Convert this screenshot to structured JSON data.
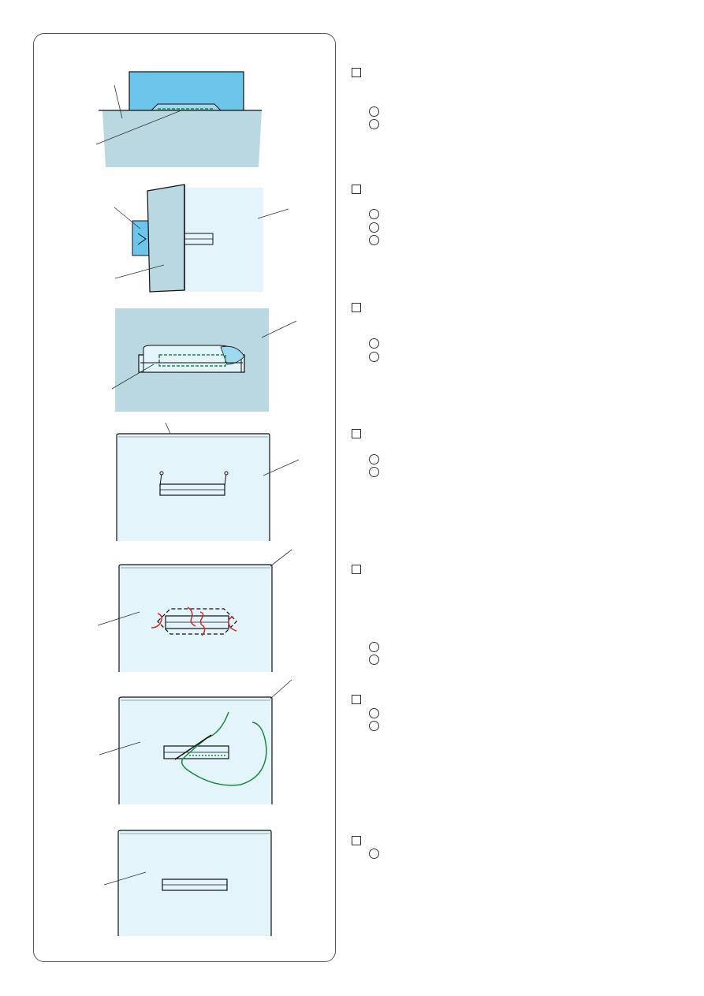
{
  "page": {
    "steps": [
      {
        "id": "step-1",
        "sub_markers": 2
      },
      {
        "id": "step-2",
        "sub_markers": 3
      },
      {
        "id": "step-3",
        "sub_markers": 2
      },
      {
        "id": "step-4",
        "sub_markers": 2
      },
      {
        "id": "step-5",
        "sub_markers": 2
      },
      {
        "id": "step-6",
        "sub_markers": 2
      },
      {
        "id": "step-7",
        "sub_markers": 1
      }
    ],
    "colors": {
      "fabric_light": "#e3f4fb",
      "fabric_mid": "#bad8e2",
      "fabric_blue": "#6cc6ec",
      "stitch_green": "#1a8a3a",
      "thread_red": "#d42a2a",
      "outline": "#111111"
    }
  }
}
